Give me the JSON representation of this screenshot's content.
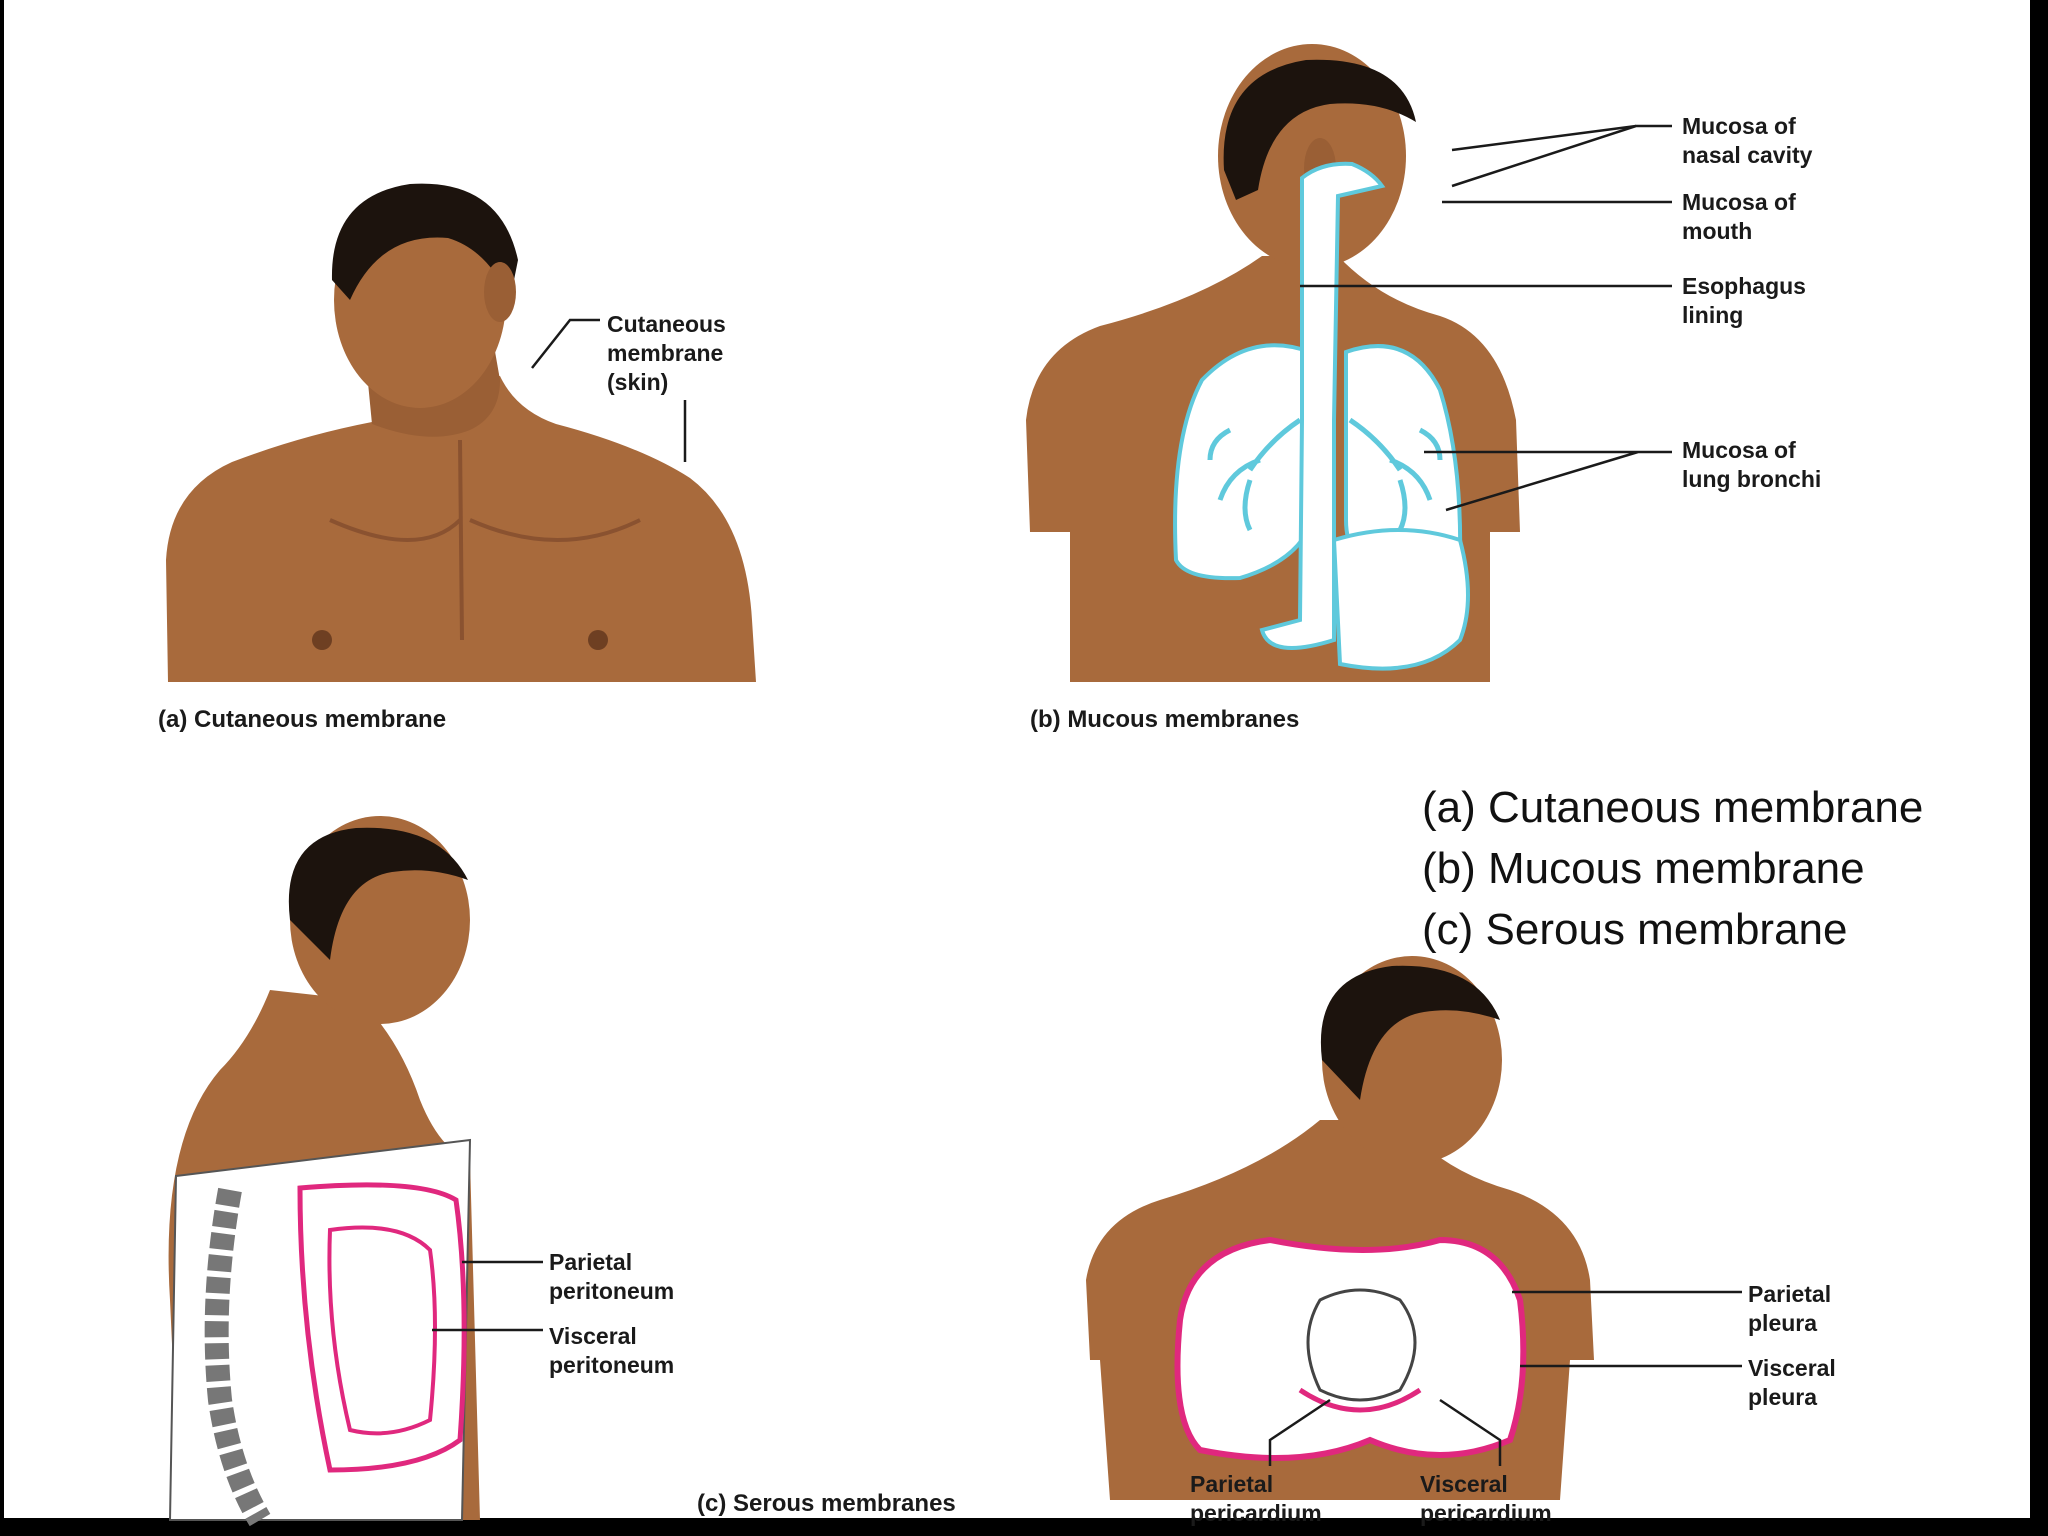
{
  "panels": {
    "a": {
      "caption": "(a) Cutaneous membrane",
      "labels": {
        "cutaneous": "Cutaneous\nmembrane\n(skin)"
      }
    },
    "b": {
      "caption": "(b) Mucous membranes",
      "labels": {
        "nasal": "Mucosa of\nnasal cavity",
        "mouth": "Mucosa of\nmouth",
        "esophagus": "Esophagus\nlining",
        "bronchi": "Mucosa of\nlung bronchi"
      }
    },
    "c": {
      "caption": "(c) Serous membranes",
      "labels": {
        "parietal_peritoneum": "Parietal\nperitoneum",
        "visceral_peritoneum": "Visceral\nperitoneum",
        "parietal_pleura": "Parietal\npleura",
        "visceral_pleura": "Visceral\npleura",
        "parietal_pericardium": "Parietal\npericardium",
        "visceral_pericardium": "Visceral\npericardium"
      }
    }
  },
  "legend": [
    "(a) Cutaneous membrane",
    "(b) Mucous membrane",
    "(c) Serous membrane"
  ],
  "colors": {
    "skin": "#a86a3c",
    "skin_shade": "#8a5230",
    "hair": "#1c130d",
    "mucosa": "#5fc9dc",
    "serous": "#e0287e",
    "frame": "#000000"
  }
}
